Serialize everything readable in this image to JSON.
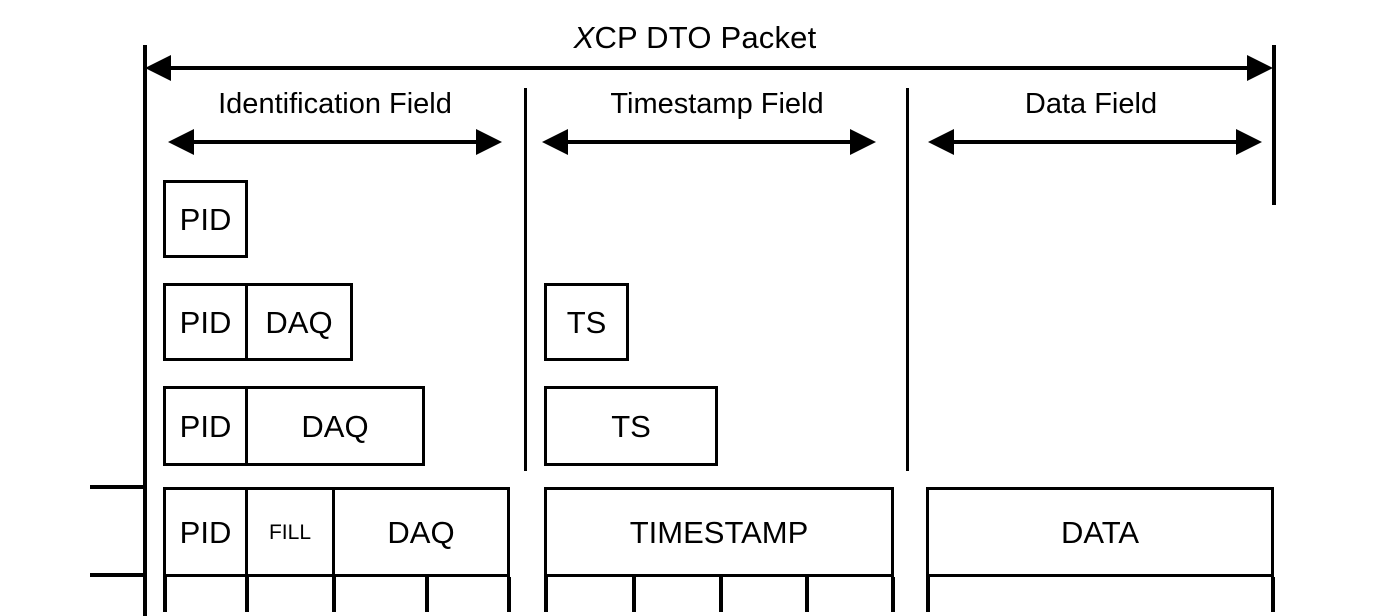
{
  "diagram": {
    "title_prefix": "X",
    "title_rest": "CP DTO Packet",
    "title_full": "XCP DTO Packet",
    "type": "packet-structure-diagram",
    "background_color": "#ffffff",
    "line_color": "#000000"
  },
  "fields": [
    {
      "label": "Identification Field",
      "name": "identification-field"
    },
    {
      "label": "Timestamp Field",
      "name": "timestamp-field"
    },
    {
      "label": "Data Field",
      "name": "data-field"
    }
  ],
  "rows": [
    {
      "name": "row-1",
      "identification": [
        {
          "label": "PID"
        }
      ],
      "timestamp": [],
      "data": []
    },
    {
      "name": "row-2",
      "identification": [
        {
          "label": "PID"
        },
        {
          "label": "DAQ"
        }
      ],
      "timestamp": [
        {
          "label": "TS"
        }
      ],
      "data": []
    },
    {
      "name": "row-3",
      "identification": [
        {
          "label": "PID"
        },
        {
          "label": "DAQ"
        }
      ],
      "timestamp": [
        {
          "label": "TS"
        }
      ],
      "data": []
    },
    {
      "name": "row-4",
      "identification": [
        {
          "label": "PID"
        },
        {
          "label": "FILL"
        },
        {
          "label": "DAQ"
        }
      ],
      "timestamp": [
        {
          "label": "TIMESTAMP"
        }
      ],
      "data": [
        {
          "label": "DATA"
        }
      ]
    }
  ],
  "cells": {
    "pid": "PID",
    "daq": "DAQ",
    "fill": "FILL",
    "ts": "TS",
    "timestamp": "TIMESTAMP",
    "data": "DATA"
  }
}
